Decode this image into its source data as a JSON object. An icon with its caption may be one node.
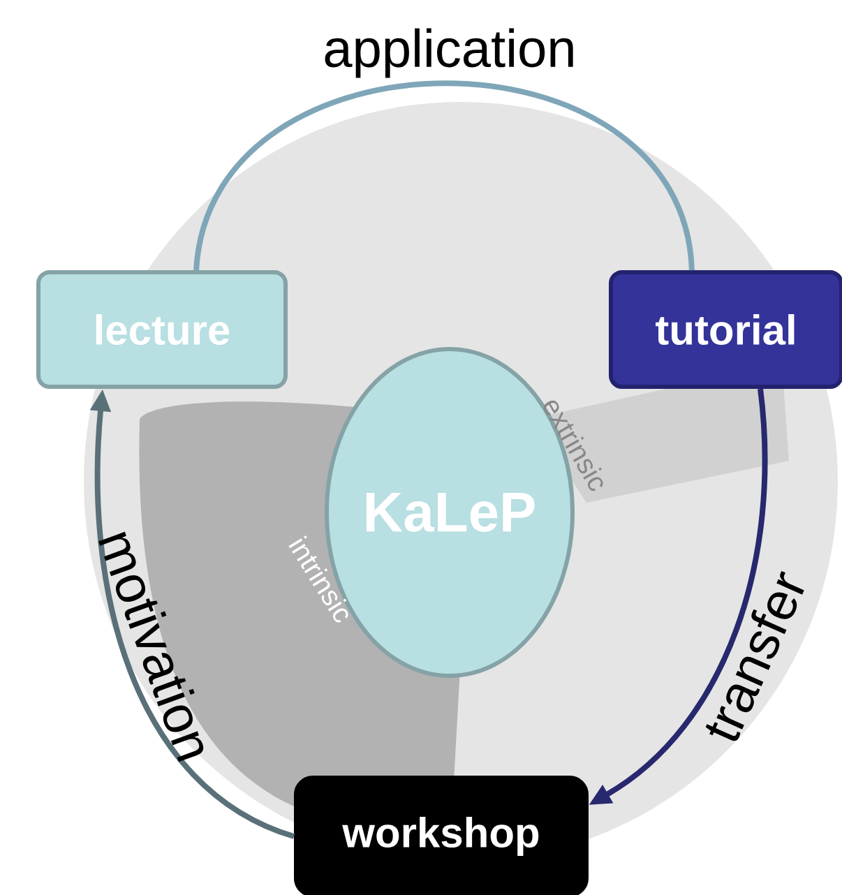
{
  "diagram": {
    "nodes": [
      {
        "text": [
          "lecture"
        ]
      },
      {
        "text": [
          "tutorial"
        ]
      },
      {
        "text": [
          "workshop"
        ]
      },
      {
        "text": [
          "KaLeP"
        ]
      }
    ],
    "edges": [
      {
        "from": 0,
        "to": 1,
        "arrow": "none",
        "label": "application",
        "color": "#7fa6b8"
      },
      {
        "from": 1,
        "to": 2,
        "arrow": "to",
        "label": "transfer",
        "color": "#28286e"
      },
      {
        "from": 2,
        "to": 0,
        "arrow": "to",
        "label": "motivation",
        "color": "#5a7078"
      }
    ],
    "labels": [
      "extrinsic",
      "intrinsic"
    ]
  }
}
